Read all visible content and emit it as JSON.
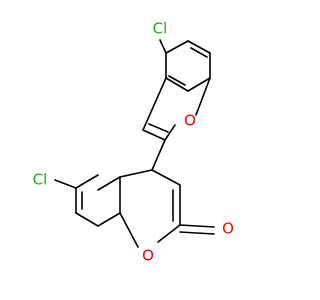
{
  "structure": {
    "atoms": [
      {
        "id": "cl_top",
        "symbol": "Cl",
        "color": "#22aa22"
      },
      {
        "id": "o_furan",
        "symbol": "O",
        "color": "#ff0000"
      },
      {
        "id": "cl_left",
        "symbol": "Cl",
        "color": "#22aa22"
      },
      {
        "id": "o_ring",
        "symbol": "O",
        "color": "#ff0000"
      },
      {
        "id": "o_carbonyl",
        "symbol": "O",
        "color": "#ff0000"
      }
    ]
  }
}
